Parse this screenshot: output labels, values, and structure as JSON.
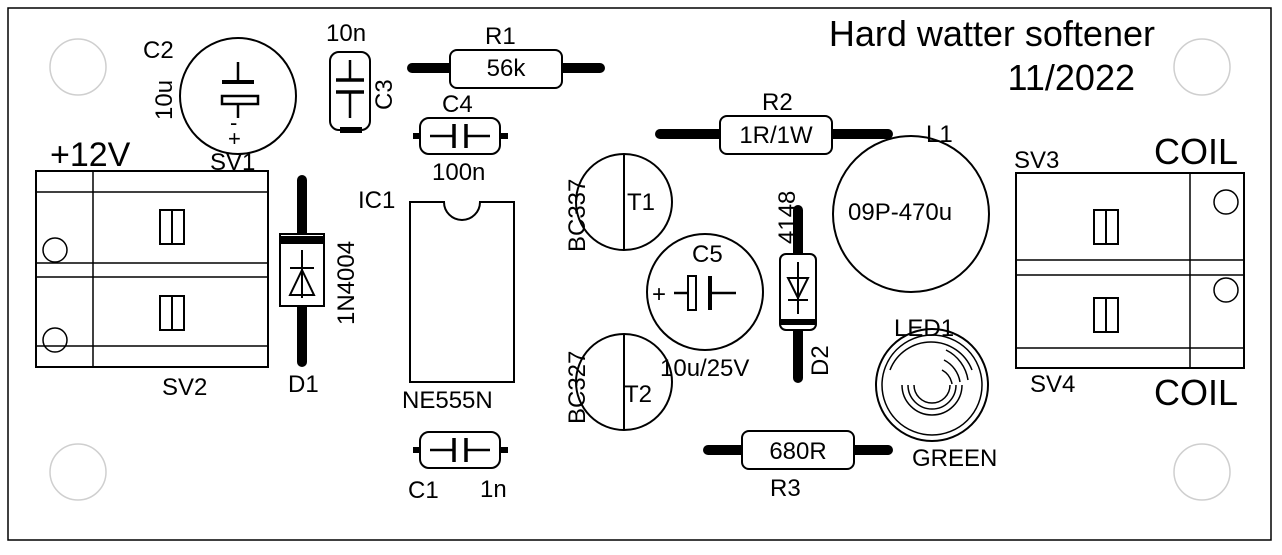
{
  "title": "Hard watter softener",
  "date": "11/2022",
  "power_label": "+12V",
  "coil_label_top": "COIL",
  "coil_label_bottom": "COIL",
  "components": {
    "c2": {
      "name": "C2",
      "value": "10u",
      "polarity_plus": "+",
      "polarity_minus": "-"
    },
    "c3": {
      "name": "C3",
      "value": "10n"
    },
    "r1": {
      "name": "R1",
      "value": "56k"
    },
    "c4": {
      "name": "C4",
      "value": "100n"
    },
    "r2": {
      "name": "R2",
      "value": "1R/1W"
    },
    "l1": {
      "name": "L1",
      "value": "09P-470u"
    },
    "sv1": {
      "name": "SV1"
    },
    "sv2": {
      "name": "SV2"
    },
    "sv3": {
      "name": "SV3"
    },
    "sv4": {
      "name": "SV4"
    },
    "d1": {
      "name": "D1",
      "value": "1N4004"
    },
    "ic1": {
      "name": "IC1",
      "value": "NE555N"
    },
    "t1": {
      "name": "T1",
      "value": "BC337"
    },
    "t2": {
      "name": "T2",
      "value": "BC327"
    },
    "c5": {
      "name": "C5",
      "value": "10u/25V",
      "polarity_plus": "+"
    },
    "d2": {
      "name": "D2",
      "value": "4148"
    },
    "led1": {
      "name": "LED1",
      "value": "GREEN"
    },
    "r3": {
      "name": "R3",
      "value": "680R"
    },
    "c1": {
      "name": "C1",
      "value": "1n"
    }
  }
}
